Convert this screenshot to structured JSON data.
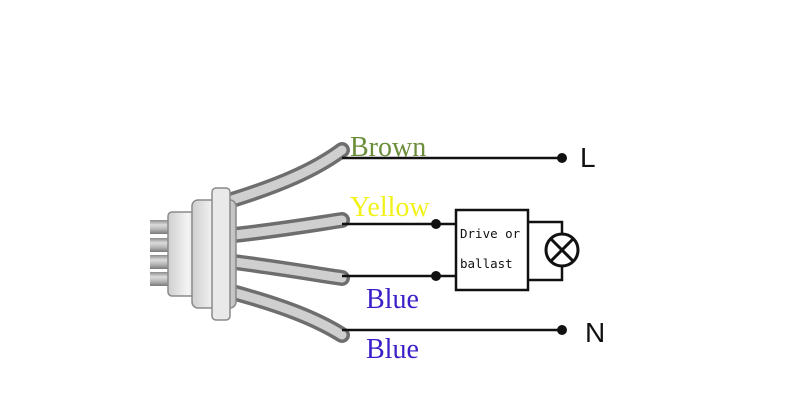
{
  "wires": {
    "brown": {
      "label": "Brown",
      "color": "#6b8e3a"
    },
    "yellow": {
      "label": "Yellow",
      "color": "#f2f21a"
    },
    "blue_upper": {
      "label": "Blue",
      "color": "#3a1fc8"
    },
    "blue_lower": {
      "label": "Blue",
      "color": "#3a1fc8"
    }
  },
  "terminals": {
    "line": "L",
    "neutral": "N"
  },
  "driver_box": {
    "line1": "Drive or",
    "line2": "ballast"
  },
  "icons": {
    "connector": "cable-connector-icon",
    "lamp": "lamp-icon"
  },
  "colors": {
    "wire_line": "#111111",
    "cable_gray": "#b4b4b4"
  }
}
